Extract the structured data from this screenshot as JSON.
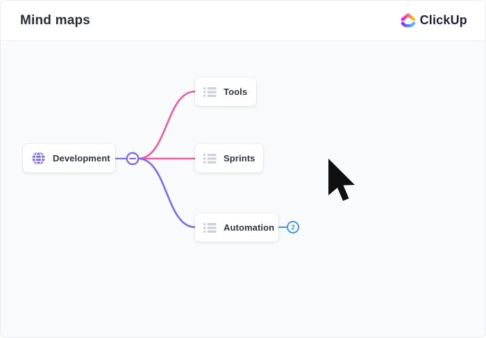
{
  "header": {
    "title": "Mind maps",
    "brand": "ClickUp"
  },
  "canvas": {
    "root_node": {
      "label": "Development",
      "icon": "globe-icon"
    },
    "child_nodes": [
      {
        "label": "Tools",
        "icon": "list-icon"
      },
      {
        "label": "Sprints",
        "icon": "list-icon"
      },
      {
        "label": "Automation",
        "icon": "list-icon"
      }
    ],
    "collapse_toggle": {
      "state": "expanded",
      "glyph": "minus"
    },
    "expand_badge": {
      "count": "2"
    }
  },
  "colors": {
    "purple": "#7b68ee",
    "link_purple": "#7d6ae8",
    "link_pink": "#ee5a9e",
    "badge_blue": "#4593dc",
    "canvas_bg": "#f9fafb",
    "node_text": "#30343e",
    "list_icon_gray": "#c9cfd8",
    "logo_pink": "#fa12e3",
    "logo_yellow": "#ffc800",
    "logo_purple": "#8930fd",
    "logo_blue": "#49ccf9",
    "cursor_black": "#101010"
  }
}
